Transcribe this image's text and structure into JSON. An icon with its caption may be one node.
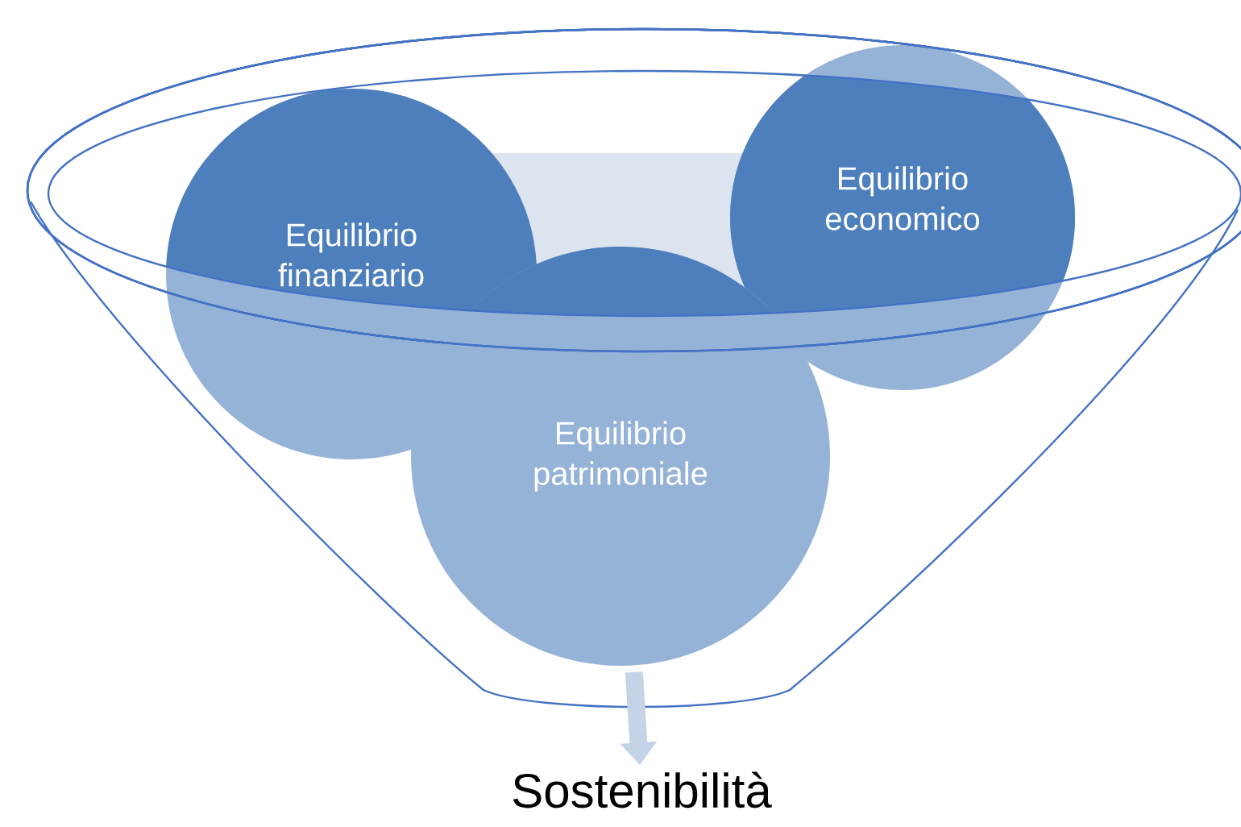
{
  "diagram": {
    "nodes": [
      {
        "text": [
          "Equilibrio finanziario"
        ]
      },
      {
        "text": [
          "Equilibrio economico"
        ]
      },
      {
        "text": [
          "Equilibrio patrimoniale"
        ]
      },
      {
        "text": [
          "Sostenibilità"
        ]
      }
    ],
    "edges": [
      {
        "from": 2,
        "to": 3,
        "arrow": "to"
      }
    ]
  }
}
